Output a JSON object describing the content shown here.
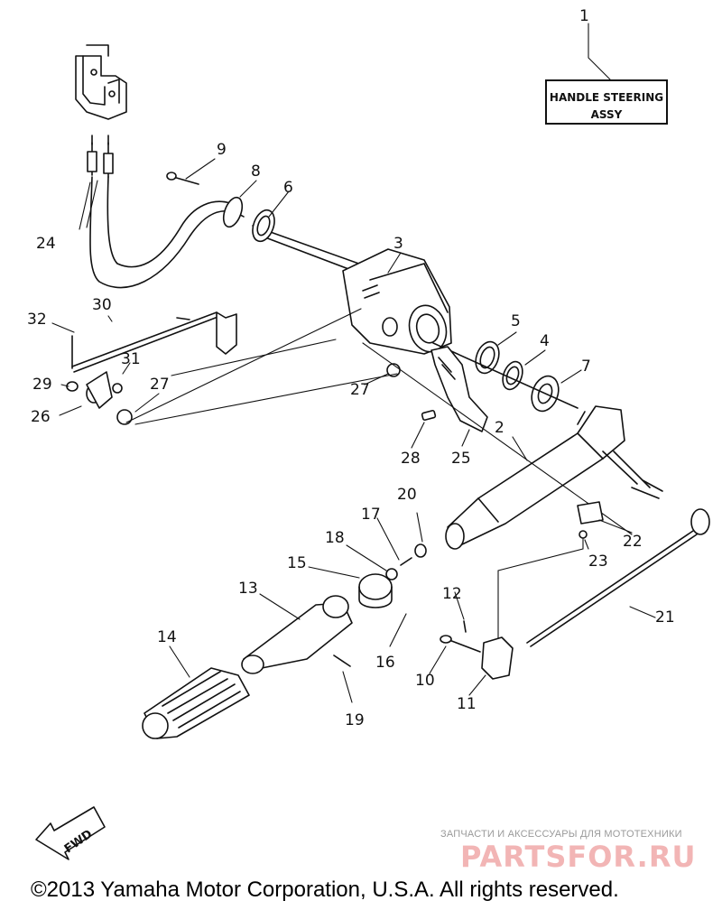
{
  "callout": {
    "line1": "HANDLE STEERING",
    "line2": "ASSY",
    "part_number": "1"
  },
  "part_labels": {
    "p2": "2",
    "p3": "3",
    "p4": "4",
    "p5": "5",
    "p6": "6",
    "p7": "7",
    "p8": "8",
    "p9": "9",
    "p10": "10",
    "p11": "11",
    "p12": "12",
    "p13": "13",
    "p14": "14",
    "p15": "15",
    "p16": "16",
    "p17": "17",
    "p18": "18",
    "p19": "19",
    "p20": "20",
    "p21": "21",
    "p22": "22",
    "p23": "23",
    "p24": "24",
    "p25": "25",
    "p26": "26",
    "p27a": "27",
    "p27b": "27",
    "p28": "28",
    "p29": "29",
    "p30": "30",
    "p31": "31",
    "p32": "32"
  },
  "fwd_marker": "FWD",
  "watermark": {
    "tagline": "ЗАПЧАСТИ И АКСЕССУАРЫ ДЛЯ МОТОТЕХНИКИ",
    "logo": "PARTSFOR.RU"
  },
  "copyright": "©2013 Yamaha Motor Corporation, U.S.A. All rights reserved."
}
